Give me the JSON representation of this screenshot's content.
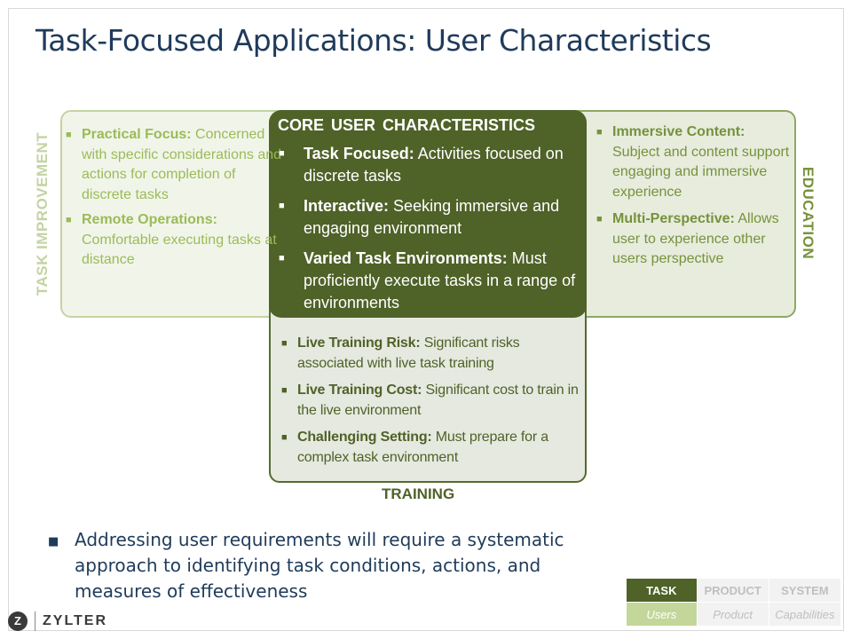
{
  "title": "Task-Focused Applications: User Characteristics",
  "labels": {
    "left": "TASK IMPROVEMENT",
    "right": "EDUCATION",
    "bottom": "TRAINING"
  },
  "core": {
    "heading": "CORE  USER CHARACTERISTICS",
    "items": [
      {
        "term": "Task Focused:",
        "desc": " Activities focused on discrete tasks"
      },
      {
        "term": "Interactive:",
        "desc": " Seeking immersive and engaging  environment"
      },
      {
        "term": "Varied Task Environments:",
        "desc": " Must proficiently execute tasks in a range of environments"
      }
    ]
  },
  "left": {
    "items": [
      {
        "term": "Practical Focus:",
        "desc": " Concerned with specific considerations and actions for completion of discrete tasks"
      },
      {
        "term": "Remote Operations:",
        "desc": " Comfortable executing tasks at distance"
      }
    ]
  },
  "right": {
    "items": [
      {
        "term": "Immersive Content:",
        "desc": " Subject and content support engaging and immersive experience"
      },
      {
        "term": "Multi-Perspective:",
        "desc": " Allows user to experience other users perspective"
      }
    ]
  },
  "bottom": {
    "items": [
      {
        "term": "Live Training Risk:",
        "desc": " Significant risks associated with live task training"
      },
      {
        "term": "Live Training Cost:",
        "desc": " Significant cost to train in the live environment"
      },
      {
        "term": "Challenging Setting:",
        "desc": " Must prepare for a complex task environment"
      }
    ]
  },
  "note": "Addressing user requirements will require a systematic approach to identifying task conditions, actions, and measures of effectiveness",
  "nav": {
    "top": [
      "TASK",
      "PRODUCT",
      "SYSTEM"
    ],
    "bottom": [
      "Users",
      "Product",
      "Capabilities"
    ]
  },
  "logo": {
    "mark": "Z",
    "text": "ZYLTER"
  },
  "colors": {
    "title": "#1f3b5a",
    "core": "#4f6228",
    "light_green": "#9bbb59",
    "mid_green": "#76923c"
  },
  "icons": {
    "bullet": "square-bullet-icon"
  }
}
